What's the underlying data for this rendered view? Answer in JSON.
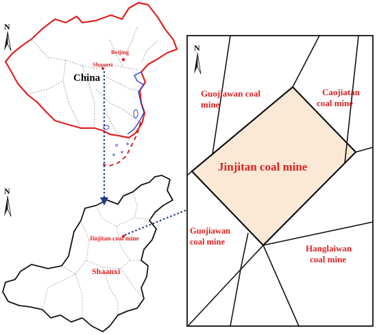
{
  "north_label": "N",
  "china_map": {
    "country_label": "China",
    "city_beijing": "Beijing",
    "province_shaanxi": "Shaanxi",
    "border_color": "#e01f1f",
    "coast_color": "#2a3fd6"
  },
  "province_map": {
    "province_label": "Shaanxi",
    "site_label": "Jinjitan coal mine"
  },
  "detail_map": {
    "focus_label": "Jinjitan coal mine",
    "focus_fill": "#fbe9d6",
    "neighbor_nw_line1": "Guojiawan coal",
    "neighbor_nw_line2": "mine",
    "neighbor_ne_line1": "Caojiatan",
    "neighbor_ne_line2": "coal mine",
    "neighbor_sw_line1": "Guojiawan",
    "neighbor_sw_line2": "coal mine",
    "neighbor_se_line1": "Hanglaiwan",
    "neighbor_se_line2": "coal mine"
  },
  "arrow_color": "#1f3a8a",
  "label_color": "#e01f1f"
}
